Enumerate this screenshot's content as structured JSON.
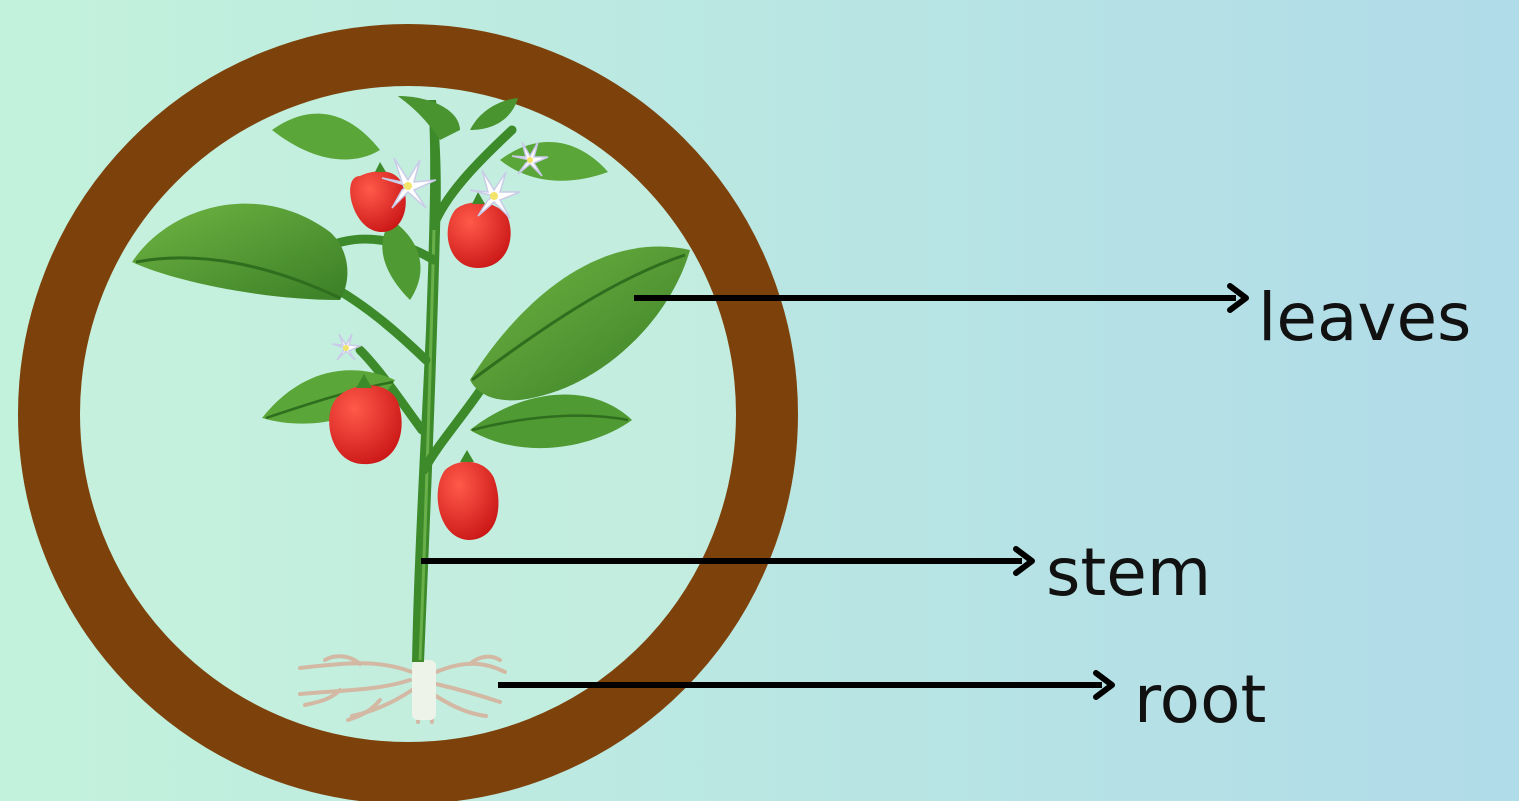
{
  "diagram": {
    "labels": {
      "leaves": "leaves",
      "stem": "stem",
      "root": "root"
    }
  },
  "colors": {
    "background_left": "#c3f2dc",
    "background_right": "#b0dbe9",
    "ring": "#7d420b",
    "ring_inner": "#c6f0de",
    "leaf_dark": "#3f8a2b",
    "leaf_light": "#7fbf4a",
    "stem": "#3d8a2a",
    "pepper": "#e02020",
    "flower": "#ffffff",
    "root": "#d3b8a4",
    "arrow": "#000000"
  },
  "icons": {
    "plant": "pepper-plant-illustration",
    "arrow": "right-arrow-icon"
  }
}
